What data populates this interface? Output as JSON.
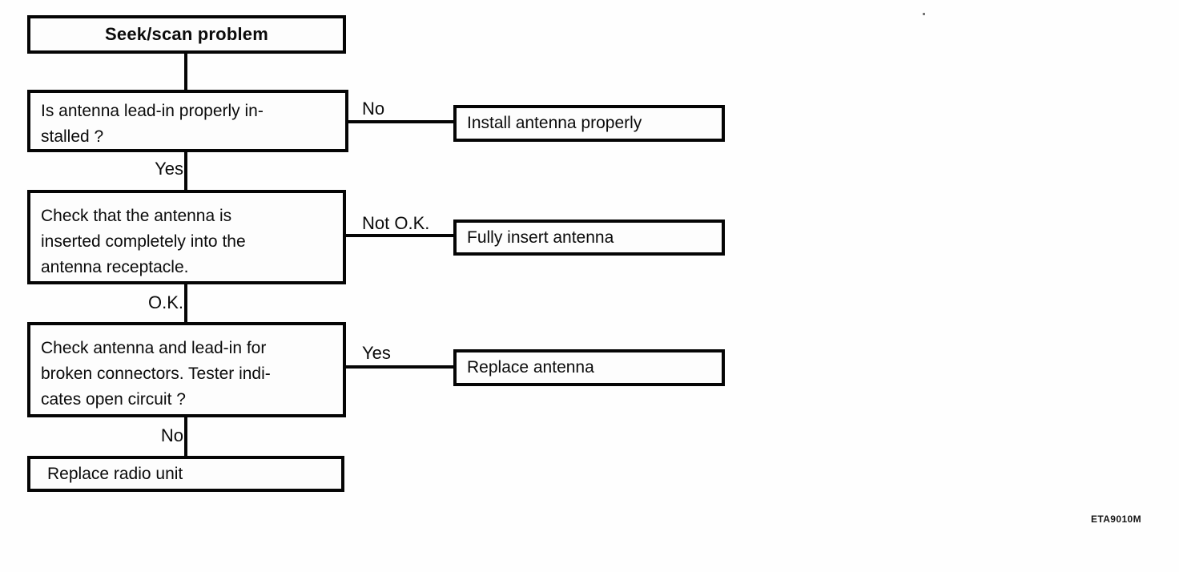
{
  "page": {
    "figure_code": "ETA9010M"
  },
  "flowchart": {
    "start": {
      "label": "Seek/scan problem"
    },
    "steps": [
      {
        "question_lines": [
          "Is antenna lead-in properly in-",
          "stalled ?"
        ],
        "branch_label": "No",
        "branch_action": "Install antenna properly",
        "continue_label": "Yes"
      },
      {
        "question_lines": [
          "Check that the antenna is",
          "inserted completely into the",
          "antenna receptacle."
        ],
        "branch_label": "Not O.K.",
        "branch_action": "Fully insert antenna",
        "continue_label": "O.K."
      },
      {
        "question_lines": [
          "Check antenna and lead-in for",
          "broken connectors. Tester indi-",
          "cates open circuit ?"
        ],
        "branch_label": "Yes",
        "branch_action": "Replace antenna",
        "continue_label": "No"
      }
    ],
    "end": {
      "label": "Replace radio unit"
    }
  }
}
